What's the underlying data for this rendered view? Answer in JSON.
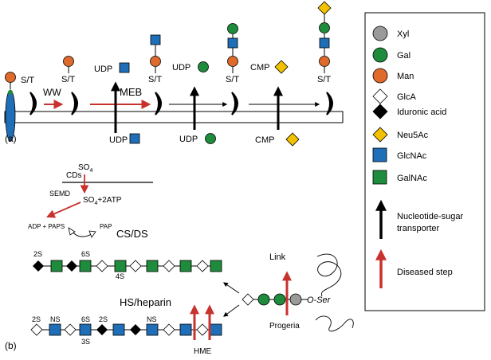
{
  "panels": {
    "a": "(a)",
    "b": "(b)"
  },
  "legend": {
    "items": [
      {
        "shape": "circle",
        "color": "#9a9a9a",
        "label": "Xyl"
      },
      {
        "shape": "circle",
        "color": "#1e8c3c",
        "label": "Gal"
      },
      {
        "shape": "circle",
        "color": "#e06a2c",
        "label": "Man"
      },
      {
        "shape": "diamond",
        "color": "#ffffff",
        "label": "GlcA"
      },
      {
        "shape": "diamond",
        "color": "#000000",
        "label": "Iduronic acid"
      },
      {
        "shape": "diamond",
        "color": "#f2c100",
        "label": "Neu5Ac"
      },
      {
        "shape": "square",
        "color": "#1e6fb8",
        "label": "GlcNAc"
      },
      {
        "shape": "square",
        "color": "#1e8c3c",
        "label": "GalNAc"
      }
    ],
    "transporter_line1": "Nucleotide-sugar",
    "transporter_line2": "transporter",
    "diseased": "Diseased step"
  },
  "panel_a": {
    "st": "S/T",
    "ww": "WW",
    "meb": "MEB",
    "udp": "UDP",
    "cmp": "CMP"
  },
  "panel_b": {
    "so4": "SO",
    "so4_sub": "4",
    "cds": "CDs",
    "so4atp_pre": "SO",
    "so4atp_sub": "4",
    "so4atp_post": "+2ATP",
    "semd": "SEMD",
    "adp_paps": "ADP + PAPS",
    "pap": "PAP",
    "csds": "CS/DS",
    "hs": "HS/heparin",
    "link": "Link",
    "oser": "O-Ser",
    "progeria": "Progeria",
    "hme": "HME",
    "cs_2s": "2S",
    "cs_6s": "6S",
    "cs_4s": "4S",
    "hs_2s_a": "2S",
    "hs_ns_a": "NS",
    "hs_6s": "6S",
    "hs_3s": "3S",
    "hs_2s_b": "2S",
    "hs_ns_b": "NS"
  },
  "colors": {
    "xyl": "#9a9a9a",
    "gal": "#1e8c3c",
    "man": "#e06a2c",
    "glcnac": "#1e6fb8",
    "galnac": "#1e8c3c",
    "neu5ac": "#f2c100",
    "disease_red": "#c8322d",
    "membrane_blue": "#1e6fb8"
  }
}
